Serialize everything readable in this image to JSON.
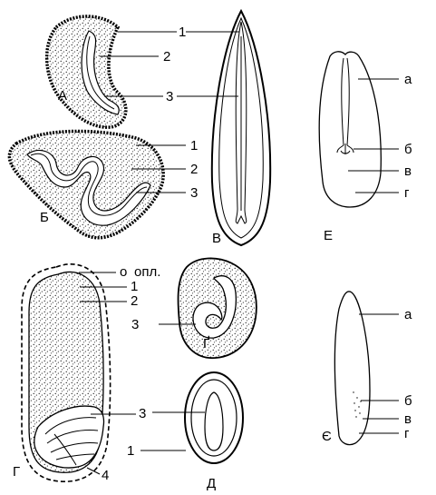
{
  "figure": {
    "panels": {
      "A": {
        "letter": "А",
        "labels": [
          "1",
          "2",
          "3"
        ]
      },
      "B": {
        "letter": "Б",
        "labels": [
          "1",
          "2",
          "3"
        ]
      },
      "V": {
        "letter": "В"
      },
      "G": {
        "letter": "Г",
        "labels": [
          "о",
          "опл.",
          "1",
          "2",
          "3",
          "4"
        ]
      },
      "G2": {
        "letter": "Ґ",
        "labels": [
          "3"
        ]
      },
      "D": {
        "letter": "Д",
        "labels": [
          "1"
        ]
      },
      "E": {
        "letter": "Е",
        "labels": [
          "а",
          "б",
          "в",
          "г"
        ]
      },
      "YE": {
        "letter": "Є",
        "labels": [
          "а",
          "б",
          "в",
          "г"
        ]
      }
    }
  }
}
